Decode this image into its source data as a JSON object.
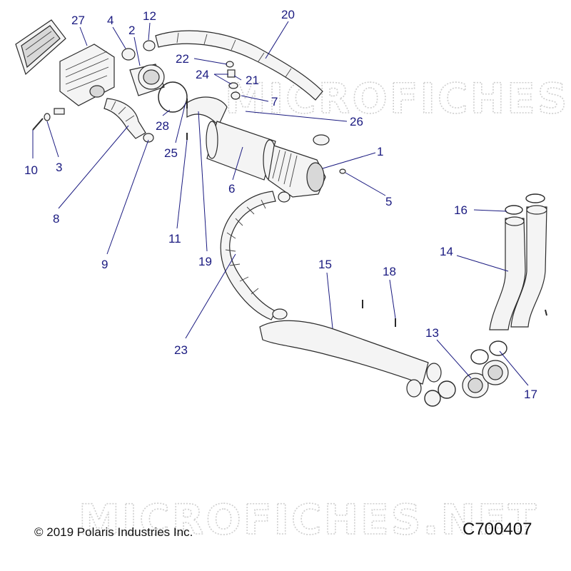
{
  "watermark": "MICROFICHES.NET",
  "copyright": "© 2019 Polaris Industries Inc.",
  "drawing_id": "C700407",
  "callouts": [
    "27",
    "4",
    "2",
    "12",
    "20",
    "22",
    "21",
    "24",
    "7",
    "28",
    "26",
    "25",
    "1",
    "10",
    "3",
    "6",
    "5",
    "8",
    "11",
    "19",
    "16",
    "9",
    "14",
    "15",
    "18",
    "13",
    "23",
    "17"
  ]
}
